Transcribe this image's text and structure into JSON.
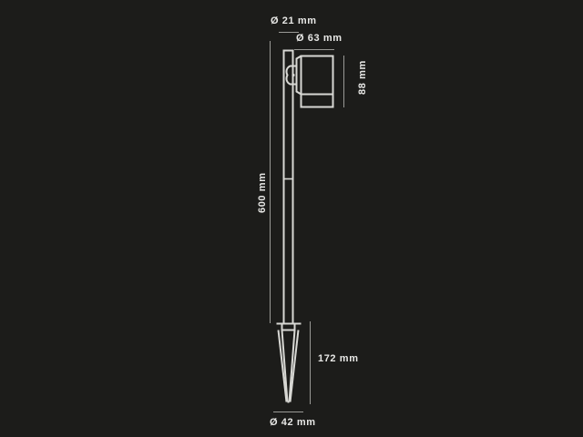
{
  "drawing": {
    "title": "Spike light dimension drawing",
    "background_color": "#1c1c1a",
    "line_color": "#d8d8d4",
    "text_color": "#e8e8e6",
    "units": "mm"
  },
  "dimensions": {
    "pole_diameter": {
      "label": "Ø 21 mm",
      "value": 21,
      "prefix": "Ø",
      "unit": "mm",
      "orientation": "horizontal",
      "position": "top-left-of-head"
    },
    "head_diameter": {
      "label": "Ø 63 mm",
      "value": 63,
      "prefix": "Ø",
      "unit": "mm",
      "orientation": "horizontal",
      "position": "top-right-of-head"
    },
    "head_height": {
      "label": "88 mm",
      "value": 88,
      "unit": "mm",
      "orientation": "vertical",
      "position": "right-of-head"
    },
    "pole_height": {
      "label": "600 mm",
      "value": 600,
      "unit": "mm",
      "orientation": "vertical",
      "position": "left-of-pole"
    },
    "spike_height": {
      "label": "172 mm",
      "value": 172,
      "unit": "mm",
      "orientation": "vertical",
      "position": "right-of-spike"
    },
    "spike_diameter": {
      "label": "Ø 42 mm",
      "value": 42,
      "prefix": "Ø",
      "unit": "mm",
      "orientation": "horizontal",
      "position": "below-spike"
    }
  },
  "parts": {
    "head": "luminaire-head",
    "hinge": "pivot-joint",
    "pole": "vertical-pole",
    "pole_seam": "pole-joint-seam",
    "spike": "ground-spike",
    "spike_flange": "spike-collar"
  }
}
